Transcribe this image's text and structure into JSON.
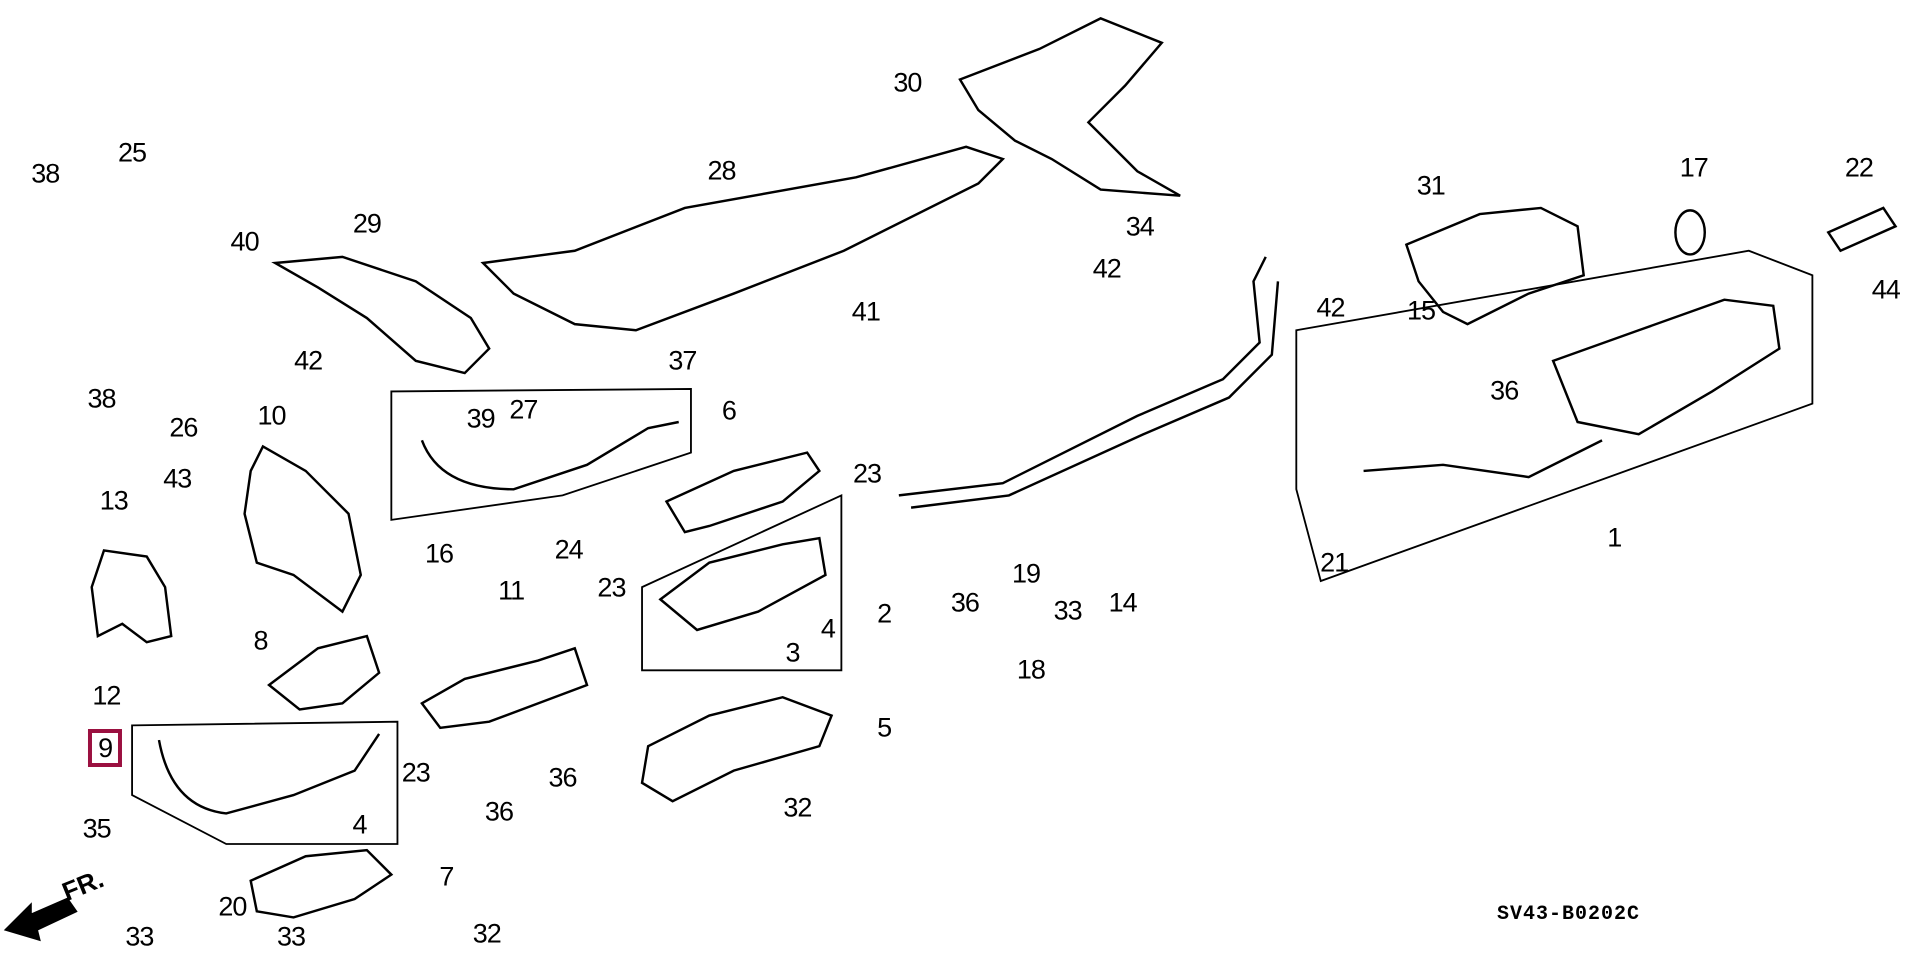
{
  "diagram": {
    "code": "SV43-B0202C",
    "direction_label": "FR.",
    "highlighted_label": "9",
    "highlight_color": "#9b1040",
    "callouts": [
      "38",
      "25",
      "29",
      "40",
      "28",
      "30",
      "34",
      "42",
      "41",
      "42",
      "37",
      "38",
      "26",
      "10",
      "39",
      "27",
      "6",
      "24",
      "13",
      "43",
      "16",
      "11",
      "23",
      "23",
      "2",
      "4",
      "3",
      "8",
      "12",
      "9",
      "23",
      "36",
      "36",
      "5",
      "32",
      "35",
      "4",
      "7",
      "20",
      "33",
      "33",
      "32",
      "36",
      "19",
      "33",
      "14",
      "18",
      "31",
      "17",
      "22",
      "42",
      "15",
      "44",
      "36",
      "21",
      "1"
    ]
  }
}
